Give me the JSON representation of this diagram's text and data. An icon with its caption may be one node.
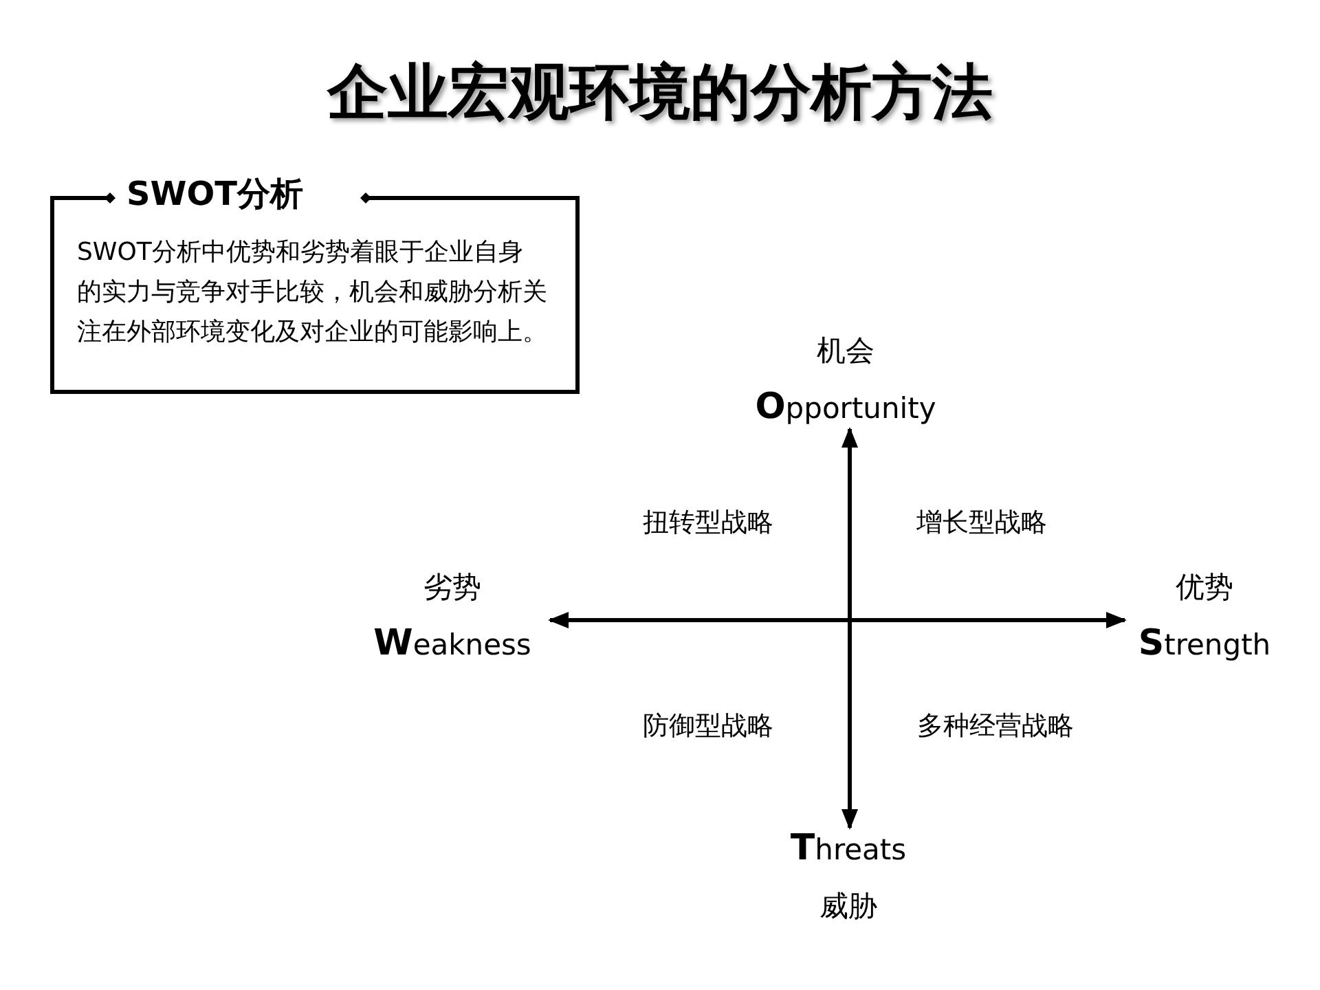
{
  "diagram": {
    "title": "企业宏观环境的分析方法",
    "nodes": [
      {
        "text": [
          "SWOT分析",
          "SWOT分析中优势和劣势着眼于企业自身的实力与竞争对手比较，机会和威胁分析关注在外部环境变化及对企业的可能影响上。"
        ]
      },
      {
        "text": [
          "机会",
          "**O**pportunity"
        ]
      },
      {
        "text": [
          "劣势",
          "**W**eakness"
        ]
      },
      {
        "text": [
          "优势",
          "**S**trength"
        ]
      },
      {
        "text": [
          "**T**hreats",
          "威胁"
        ]
      }
    ],
    "edges": [
      {
        "from": 2,
        "to": 3,
        "arrow": "both"
      },
      {
        "from": 1,
        "to": 4,
        "arrow": "both"
      }
    ],
    "labels": [
      "扭转型战略",
      "增长型战略",
      "防御型战略",
      "多种经营战略"
    ]
  }
}
